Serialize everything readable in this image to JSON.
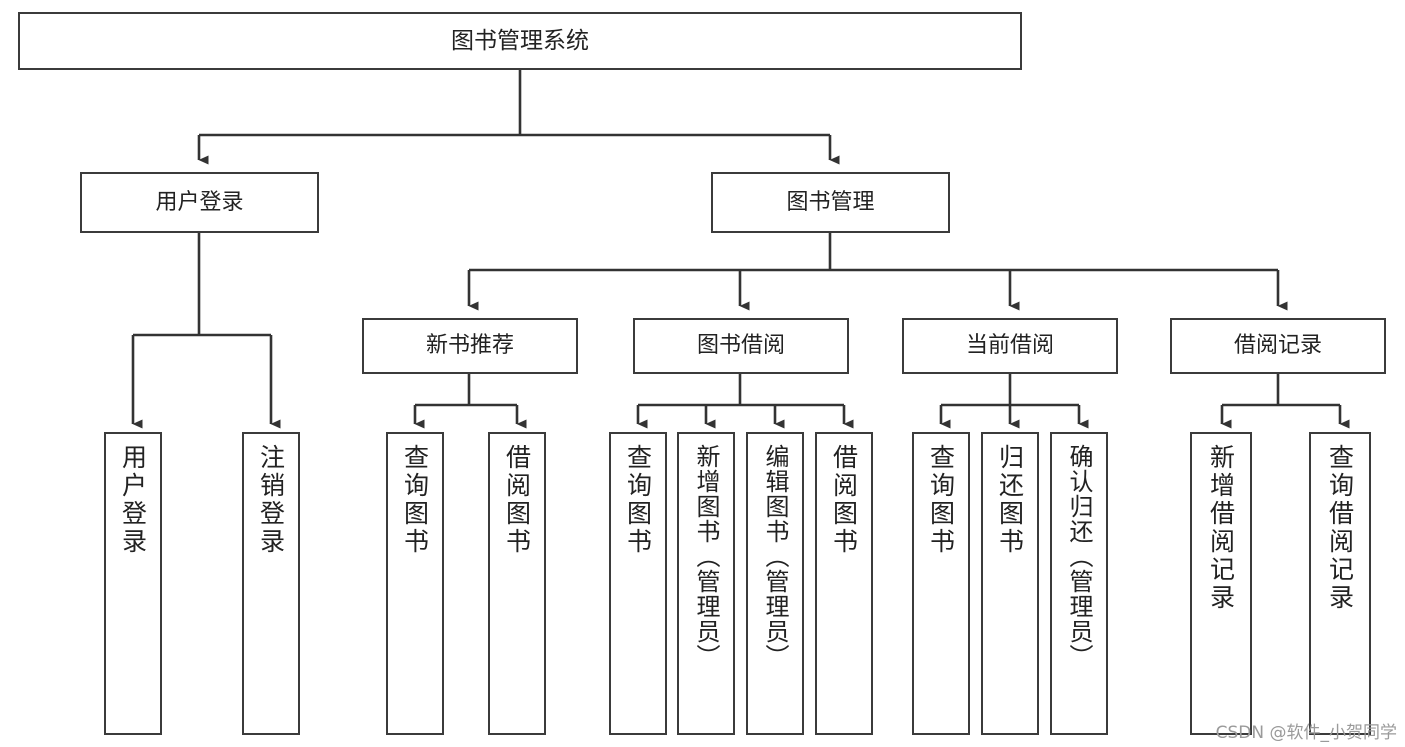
{
  "diagram": {
    "type": "tree-hierarchy-chart",
    "title": "图书管理系统",
    "background_color": "#ffffff",
    "border_color": "#3b3b3b",
    "text_color": "#222222",
    "root": {
      "label": "图书管理系统"
    },
    "level1": [
      {
        "label": "用户登录"
      },
      {
        "label": "图书管理"
      }
    ],
    "level2": [
      {
        "label": "新书推荐"
      },
      {
        "label": "图书借阅"
      },
      {
        "label": "当前借阅"
      },
      {
        "label": "借阅记录"
      }
    ],
    "leaves": {
      "user_login": [
        {
          "label": "用户登录"
        },
        {
          "label": "注销登录"
        }
      ],
      "new_book_recommend": [
        {
          "label": "查询图书"
        },
        {
          "label": "借阅图书"
        }
      ],
      "book_borrow": [
        {
          "label": "查询图书"
        },
        {
          "label": "新增图书（管理员）"
        },
        {
          "label": "编辑图书（管理员）"
        },
        {
          "label": "借阅图书"
        }
      ],
      "current_borrow": [
        {
          "label": "查询图书"
        },
        {
          "label": "归还图书"
        },
        {
          "label": "确认归还（管理员）"
        }
      ],
      "borrow_records": [
        {
          "label": "新增借阅记录"
        },
        {
          "label": "查询借阅记录"
        }
      ]
    }
  },
  "watermark": {
    "text": "CSDN @软件_小贺同学"
  }
}
